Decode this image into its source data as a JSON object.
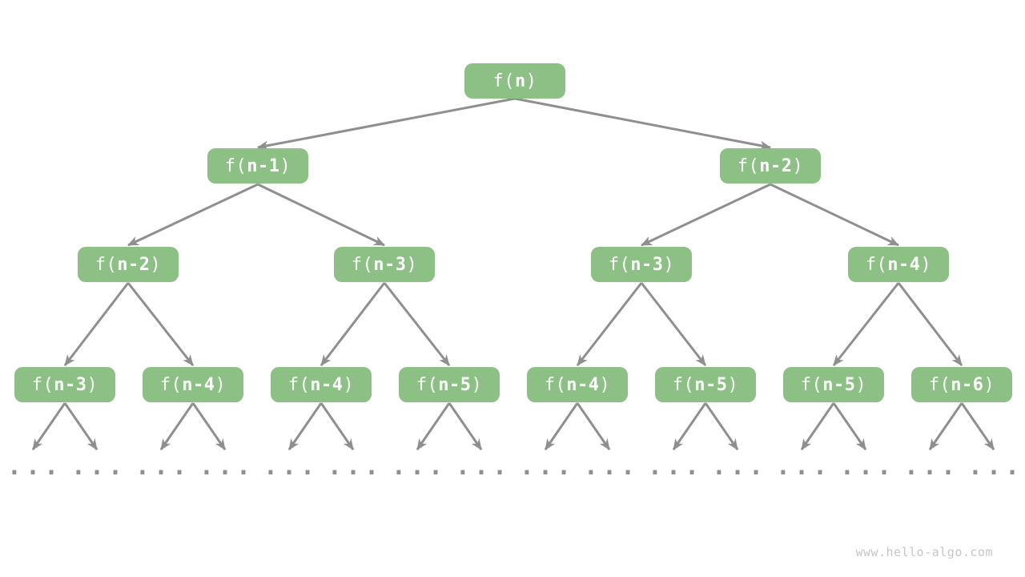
{
  "diagram_type": "recursion-tree",
  "colors": {
    "node_fill": "#8CC084",
    "node_text": "#FFFFFF",
    "edge": "#8F8F8F",
    "leaf_dots": "#8F8F8F",
    "watermark": "#C6C6C6",
    "background": "#FFFFFF"
  },
  "tree": {
    "levels": [
      {
        "nodes": [
          {
            "pre": "f(",
            "arg": "n",
            "post": ")"
          }
        ]
      },
      {
        "nodes": [
          {
            "pre": "f(",
            "arg": "n-1",
            "post": ")"
          },
          {
            "pre": "f(",
            "arg": "n-2",
            "post": ")"
          }
        ]
      },
      {
        "nodes": [
          {
            "pre": "f(",
            "arg": "n-2",
            "post": ")"
          },
          {
            "pre": "f(",
            "arg": "n-3",
            "post": ")"
          },
          {
            "pre": "f(",
            "arg": "n-3",
            "post": ")"
          },
          {
            "pre": "f(",
            "arg": "n-4",
            "post": ")"
          }
        ]
      },
      {
        "nodes": [
          {
            "pre": "f(",
            "arg": "n-3",
            "post": ")"
          },
          {
            "pre": "f(",
            "arg": "n-4",
            "post": ")"
          },
          {
            "pre": "f(",
            "arg": "n-4",
            "post": ")"
          },
          {
            "pre": "f(",
            "arg": "n-5",
            "post": ")"
          },
          {
            "pre": "f(",
            "arg": "n-4",
            "post": ")"
          },
          {
            "pre": "f(",
            "arg": "n-5",
            "post": ")"
          },
          {
            "pre": "f(",
            "arg": "n-5",
            "post": ")"
          },
          {
            "pre": "f(",
            "arg": "n-6",
            "post": ")"
          }
        ]
      }
    ],
    "leaves": [
      "...",
      "...",
      "...",
      "...",
      "...",
      "...",
      "...",
      "...",
      "...",
      "...",
      "...",
      "...",
      "...",
      "...",
      "...",
      "..."
    ]
  },
  "watermark": "www.hello-algo.com"
}
